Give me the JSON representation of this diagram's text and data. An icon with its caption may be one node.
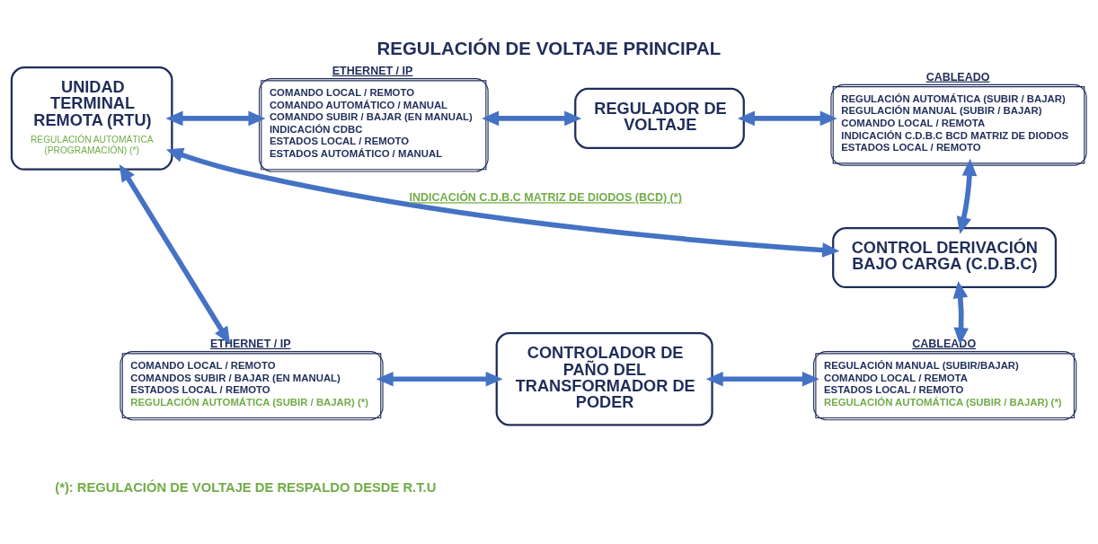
{
  "diagram": {
    "title": "REGULACIÓN DE VOLTAJE PRINCIPAL",
    "nodes": [
      {
        "text": [
          "UNIDAD TERMINAL REMOTA (RTU)",
          "REGULACIÓN AUTOMÁTICA (PROGRAMACIÓN) (*)"
        ]
      },
      {
        "text": [
          "ETHERNET / IP",
          "COMANDO LOCAL / REMOTO",
          "COMANDO AUTOMÁTICO / MANUAL",
          "COMANDO SUBIR / BAJAR (EN MANUAL)",
          "INDICACIÓN CDBC",
          "ESTADOS LOCAL / REMOTO",
          "ESTADOS AUTOMÁTICO / MANUAL"
        ]
      },
      {
        "text": [
          "REGULADOR DE VOLTAJE"
        ]
      },
      {
        "text": [
          "CABLEADO",
          "REGULACIÓN AUTOMÁTICA (SUBIR / BAJAR)",
          "REGULACIÓN MANUAL (SUBIR / BAJAR)",
          "COMANDO LOCAL / REMOTA",
          "INDICACIÓN C.D.B.C BCD MATRIZ DE DIODOS",
          "ESTADOS LOCAL / REMOTO"
        ]
      },
      {
        "text": [
          "CONTROL DERIVACIÓN BAJO CARGA (C.D.B.C)"
        ]
      },
      {
        "text": [
          "ETHERNET / IP",
          "COMANDO LOCAL / REMOTO",
          "COMANDOS SUBIR / BAJAR (EN MANUAL)",
          "ESTADOS LOCAL / REMOTO",
          "REGULACIÓN AUTOMÁTICA (SUBIR / BAJAR) (*)"
        ]
      },
      {
        "text": [
          "CONTROLADOR DE PAÑO DEL TRANSFORMADOR DE PODER"
        ]
      },
      {
        "text": [
          "CABLEADO",
          "REGULACIÓN MANUAL (SUBIR/BAJAR)",
          "COMANDO LOCAL / REMOTA",
          "ESTADOS LOCAL / REMOTO",
          "REGULACIÓN AUTOMÁTICA (SUBIR / BAJAR) (*)"
        ]
      }
    ],
    "edges": [
      {
        "from": 0,
        "to": 1,
        "arrow": "both"
      },
      {
        "from": 1,
        "to": 2,
        "arrow": "both"
      },
      {
        "from": 2,
        "to": 3,
        "arrow": "both"
      },
      {
        "from": 3,
        "to": 4,
        "arrow": "both"
      },
      {
        "from": 0,
        "to": 4,
        "arrow": "both",
        "label": "INDICACIÓN C.D.B.C MATRIZ DE DIODOS (BCD) (*)"
      },
      {
        "from": 4,
        "to": 7,
        "arrow": "both"
      },
      {
        "from": 0,
        "to": 5,
        "arrow": "both"
      },
      {
        "from": 5,
        "to": 6,
        "arrow": "both"
      },
      {
        "from": 6,
        "to": 7,
        "arrow": "both"
      }
    ],
    "labels": [
      "(*): REGULACIÓN DE VOLTAJE DE RESPALDO DESDE R.T.U"
    ]
  }
}
